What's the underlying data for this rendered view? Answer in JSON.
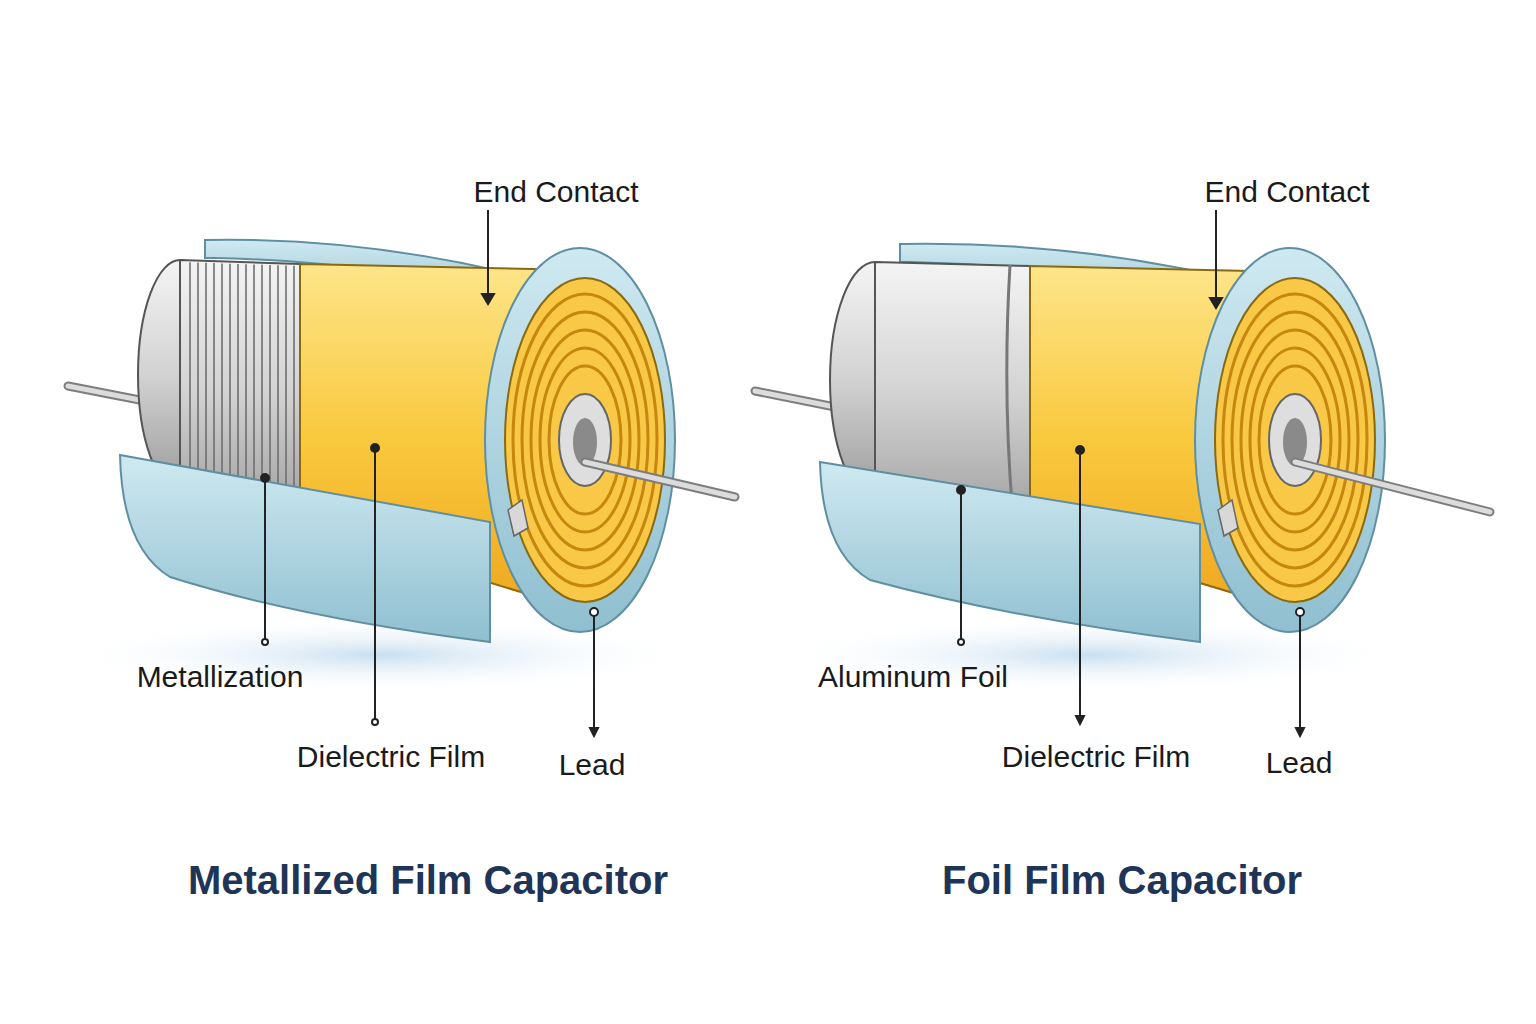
{
  "diagram": {
    "labels": [
      "End Contact",
      "Metallization",
      "Dielectric Film",
      "Lead",
      "Metallized Film Capacitor",
      "End Contact",
      "Aluminum Foil",
      "Dielectric Film",
      "Lead",
      "Foil Film Capacitor"
    ]
  }
}
